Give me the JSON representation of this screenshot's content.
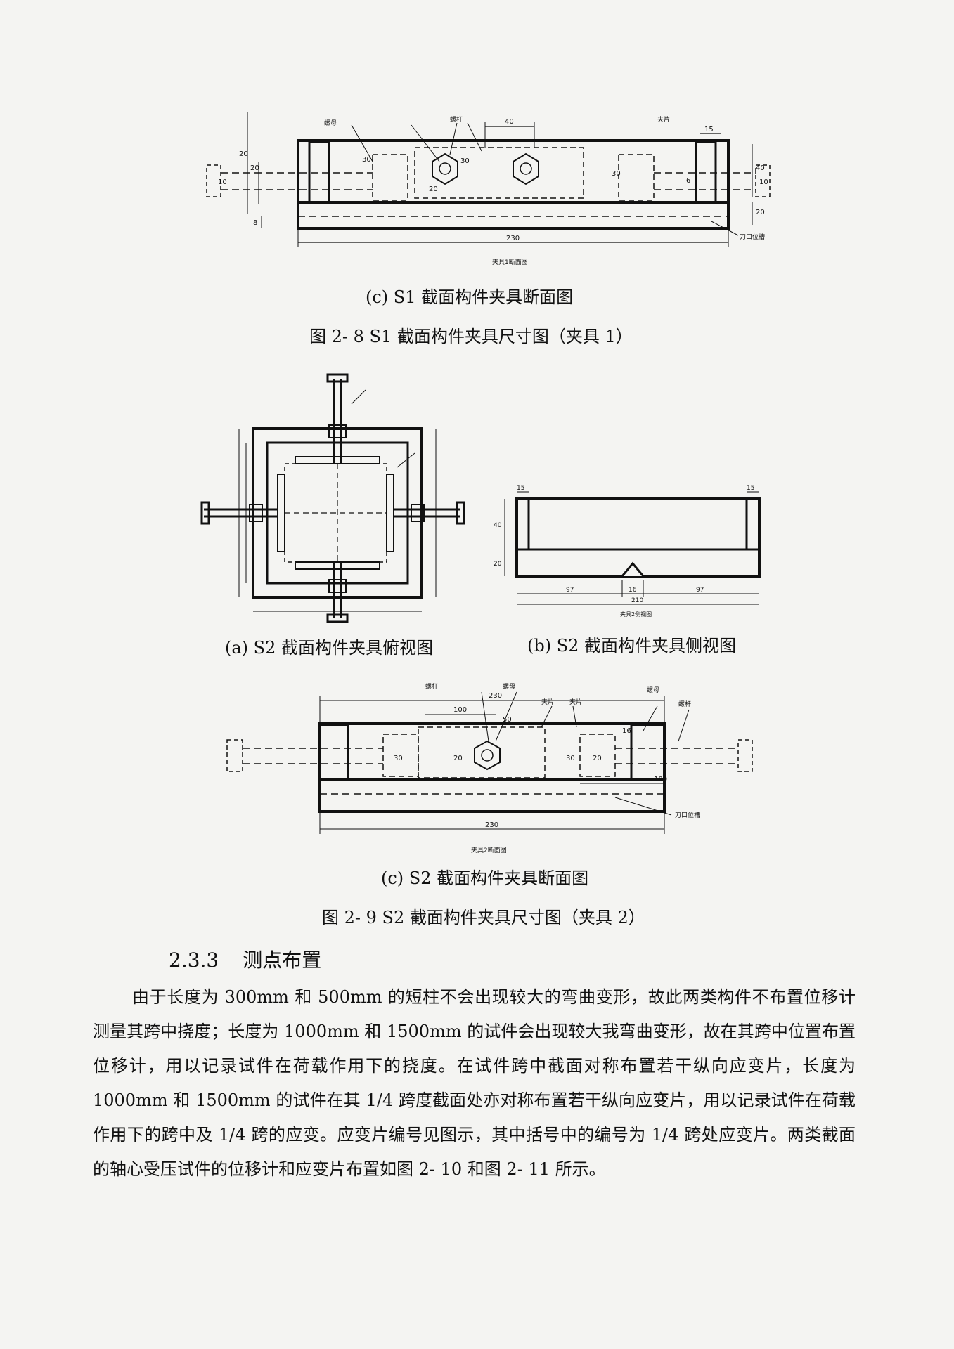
{
  "figure_2_8": {
    "panel_c_caption": "(c) S1 截面构件夹具断面图",
    "caption": "图 2- 8 S1 截面构件夹具尺寸图（夹具 1）",
    "drawing": {
      "labels": {
        "nut": "螺母",
        "rod": "螺杆",
        "plate": "夹片",
        "knife": "刀口位槽",
        "title": "夹具1断面图"
      },
      "dims": {
        "total": "230",
        "mid": "40",
        "right_top": "15",
        "d20a": "20",
        "d20b": "20",
        "d30a": "30",
        "d30b": "30",
        "d30c": "30",
        "d40": "40",
        "d20c": "20",
        "d6": "6",
        "d8": "8",
        "d10a": "10",
        "d10b": "10",
        "d20d": "20"
      }
    }
  },
  "figure_2_9": {
    "panel_a_caption": "(a) S2 截面构件夹具俯视图",
    "panel_b_caption": "(b) S2 截面构件夹具侧视图",
    "panel_c_caption": "(c) S2 截面构件夹具断面图",
    "caption": "图 2- 9 S2 截面构件夹具尺寸图（夹具 2）",
    "side_view": {
      "dims": {
        "d15a": "15",
        "d15b": "15",
        "d40": "40",
        "d20": "20",
        "d97a": "97",
        "d16": "16",
        "d97b": "97",
        "total": "210"
      },
      "title": "夹具2侧视图"
    },
    "section": {
      "labels": {
        "rod": "螺杆",
        "nut": "螺母",
        "plate1": "夹片",
        "plate2": "夹片",
        "nut2": "螺母",
        "rod2": "螺杆",
        "knife": "刀口位槽",
        "title": "夹具2断面图"
      },
      "dims": {
        "total": "230",
        "d100a": "100",
        "d50": "50",
        "d100b": "100",
        "d16": "16",
        "d20a": "20",
        "d20b": "20",
        "d30a": "30",
        "d30b": "30",
        "total2": "230"
      }
    }
  },
  "section": {
    "number": "2.3.3",
    "title": "测点布置",
    "paragraph": "由于长度为 300mm 和 500mm 的短柱不会出现较大的弯曲变形，故此两类构件不布置位移计测量其跨中挠度；长度为 1000mm 和 1500mm 的试件会出现较大我弯曲变形，故在其跨中位置布置位移计，用以记录试件在荷载作用下的挠度。在试件跨中截面对称布置若干纵向应变片，长度为 1000mm 和 1500mm 的试件在其 1/4 跨度截面处亦对称布置若干纵向应变片，用以记录试件在荷载作用下的跨中及 1/4 跨的应变。应变片编号见图示，其中括号中的编号为 1/4 跨处应变片。两类截面的轴心受压试件的位移计和应变片布置如图 2- 10 和图 2- 11 所示。"
  }
}
